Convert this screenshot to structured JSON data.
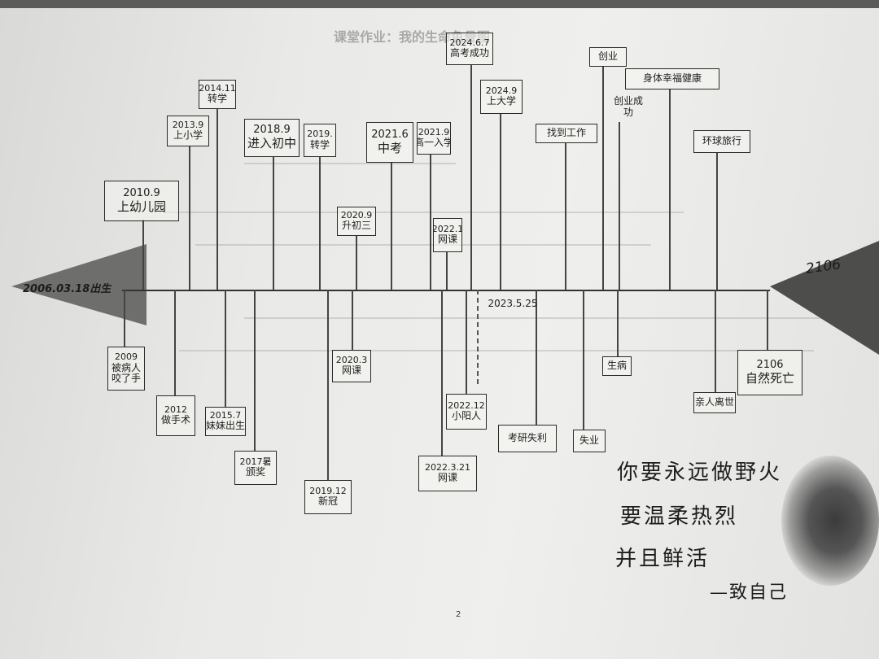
{
  "diagram": {
    "head_label": "2006.03.18出生",
    "tail_label": "2106",
    "title_faint": "课堂作业：我的生命鱼骨图",
    "page_number": "2"
  },
  "events_top": [
    {
      "id": "e01",
      "date": "2010.9",
      "label": "上幼儿园"
    },
    {
      "id": "e02",
      "date": "2013.9",
      "label": "上小学"
    },
    {
      "id": "e03",
      "date": "2014.11",
      "label": "转学"
    },
    {
      "id": "e04",
      "date": "2018.9",
      "label": "进入初中"
    },
    {
      "id": "e05",
      "date": "2019.",
      "label": "转学"
    },
    {
      "id": "e06",
      "date": "2020.9",
      "label": "升初三"
    },
    {
      "id": "e07",
      "date": "2021.6",
      "label": "中考"
    },
    {
      "id": "e08",
      "date": "2021.9",
      "label": "高一入学"
    },
    {
      "id": "e09",
      "date": "2022.1",
      "label": "网课"
    },
    {
      "id": "e10",
      "date": "2024.6.7",
      "label": "高考成功"
    },
    {
      "id": "e11",
      "date": "2024.9",
      "label": "上大学"
    },
    {
      "id": "e12",
      "date": "",
      "label": "找到工作"
    },
    {
      "id": "e13",
      "date": "",
      "label": "创业"
    },
    {
      "id": "e14",
      "date": "",
      "label": "创业成功"
    },
    {
      "id": "e15",
      "date": "",
      "label": "身体幸福健康"
    },
    {
      "id": "e16",
      "date": "",
      "label": "环球旅行"
    }
  ],
  "events_bottom": [
    {
      "id": "b01",
      "date": "2009",
      "label": "被病人咬了手"
    },
    {
      "id": "b02",
      "date": "2012",
      "label": "做手术"
    },
    {
      "id": "b03",
      "date": "2015.7",
      "label": "妹妹出生"
    },
    {
      "id": "b04",
      "date": "2017暑",
      "label": "颁奖"
    },
    {
      "id": "b05",
      "date": "2019.12",
      "label": "新冠"
    },
    {
      "id": "b06",
      "date": "2020.3",
      "label": "网课"
    },
    {
      "id": "b07",
      "date": "2022.3.21",
      "label": "网课"
    },
    {
      "id": "b08",
      "date": "2022.12",
      "label": "小阳人"
    },
    {
      "id": "b09",
      "date": "2023.5.25",
      "label": ""
    },
    {
      "id": "b10",
      "date": "",
      "label": "考研失利"
    },
    {
      "id": "b11",
      "date": "",
      "label": "失业"
    },
    {
      "id": "b12",
      "date": "",
      "label": "生病"
    },
    {
      "id": "b13",
      "date": "",
      "label": "亲人离世"
    },
    {
      "id": "b14",
      "date": "2106",
      "label": "自然死亡"
    }
  ],
  "poem": {
    "line1": "你要永远做野火",
    "line2": "要温柔热烈",
    "line3": "并且鲜活",
    "signature": "—致自己"
  }
}
